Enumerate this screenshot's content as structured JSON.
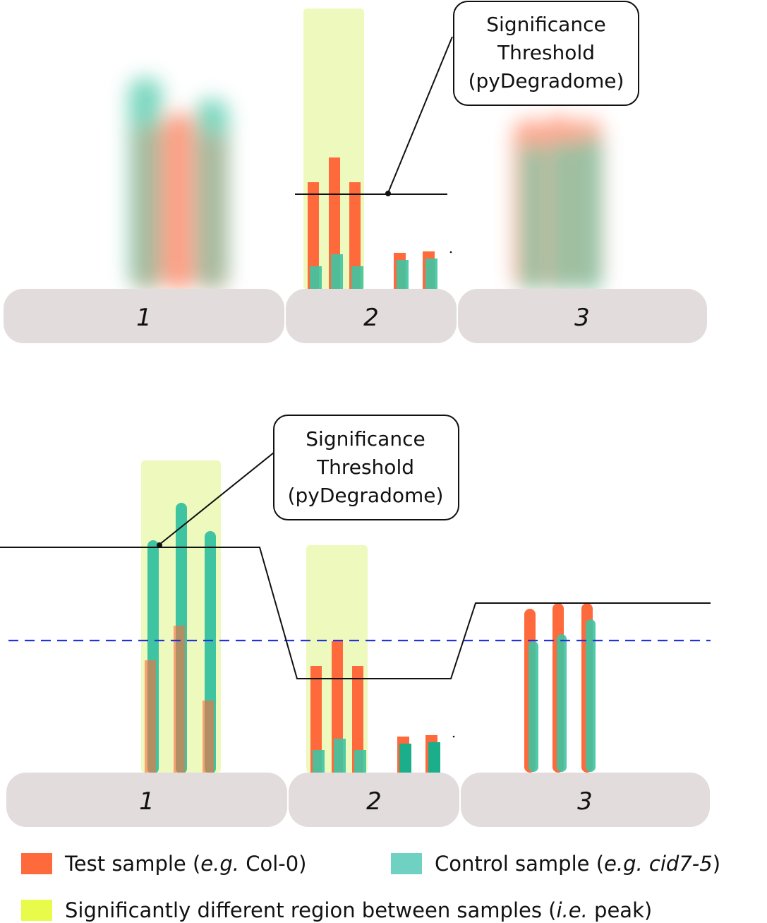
{
  "colors": {
    "test": "#ff6a3d",
    "control": "#3fc4a1",
    "peak": "#eef9bd",
    "peak_legend": "#e8fa4a",
    "segment": "#e2dcdc",
    "threshold": "#111111",
    "dashed": "#2233dd"
  },
  "top_panel": {
    "segments": [
      "1",
      "2",
      "3"
    ],
    "callout": [
      "Significance",
      "Threshold",
      "(pyDegradome)"
    ]
  },
  "bottom_panel": {
    "segments": [
      "1",
      "2",
      "3"
    ],
    "callout": [
      "Significance",
      "Threshold",
      "(pyDegradome)"
    ]
  },
  "legend": {
    "test_label": "Test sample (",
    "test_eg": "e.g.",
    "test_value": " Col-0)",
    "control_label": "Control sample (",
    "control_eg": "e.g.",
    "control_value": "cid7-5",
    "control_close": ")",
    "peak_label": "Significantly different region between samples (",
    "peak_ie": "i.e.",
    "peak_value": " peak)"
  }
}
